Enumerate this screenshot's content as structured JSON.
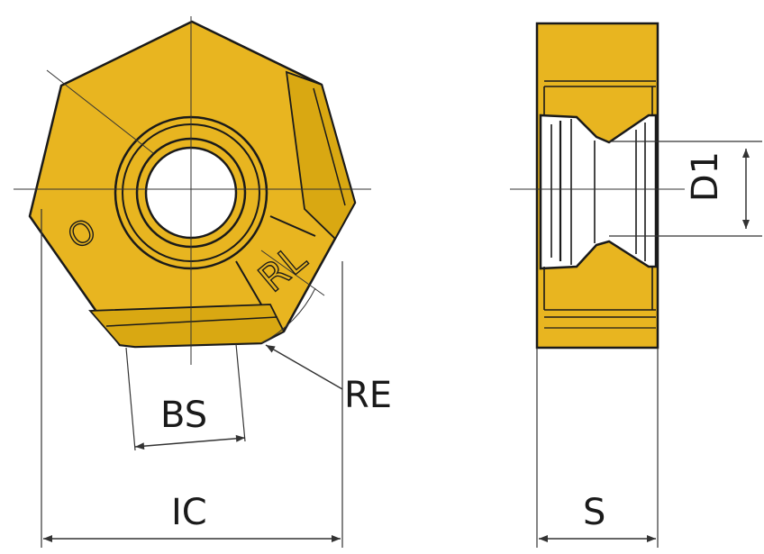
{
  "diagram": {
    "labels": {
      "bs": "BS",
      "re": "RE",
      "ic": "IC",
      "s": "S",
      "d1": "D1"
    },
    "face_markings": {
      "circle_mark": "O",
      "rl_mark": "RL"
    },
    "colors": {
      "insert_fill": "#E8B520",
      "insert_shade": "#D9A812",
      "outline": "#1a1a1a",
      "dimension_line": "#333333",
      "background": "#ffffff"
    }
  }
}
